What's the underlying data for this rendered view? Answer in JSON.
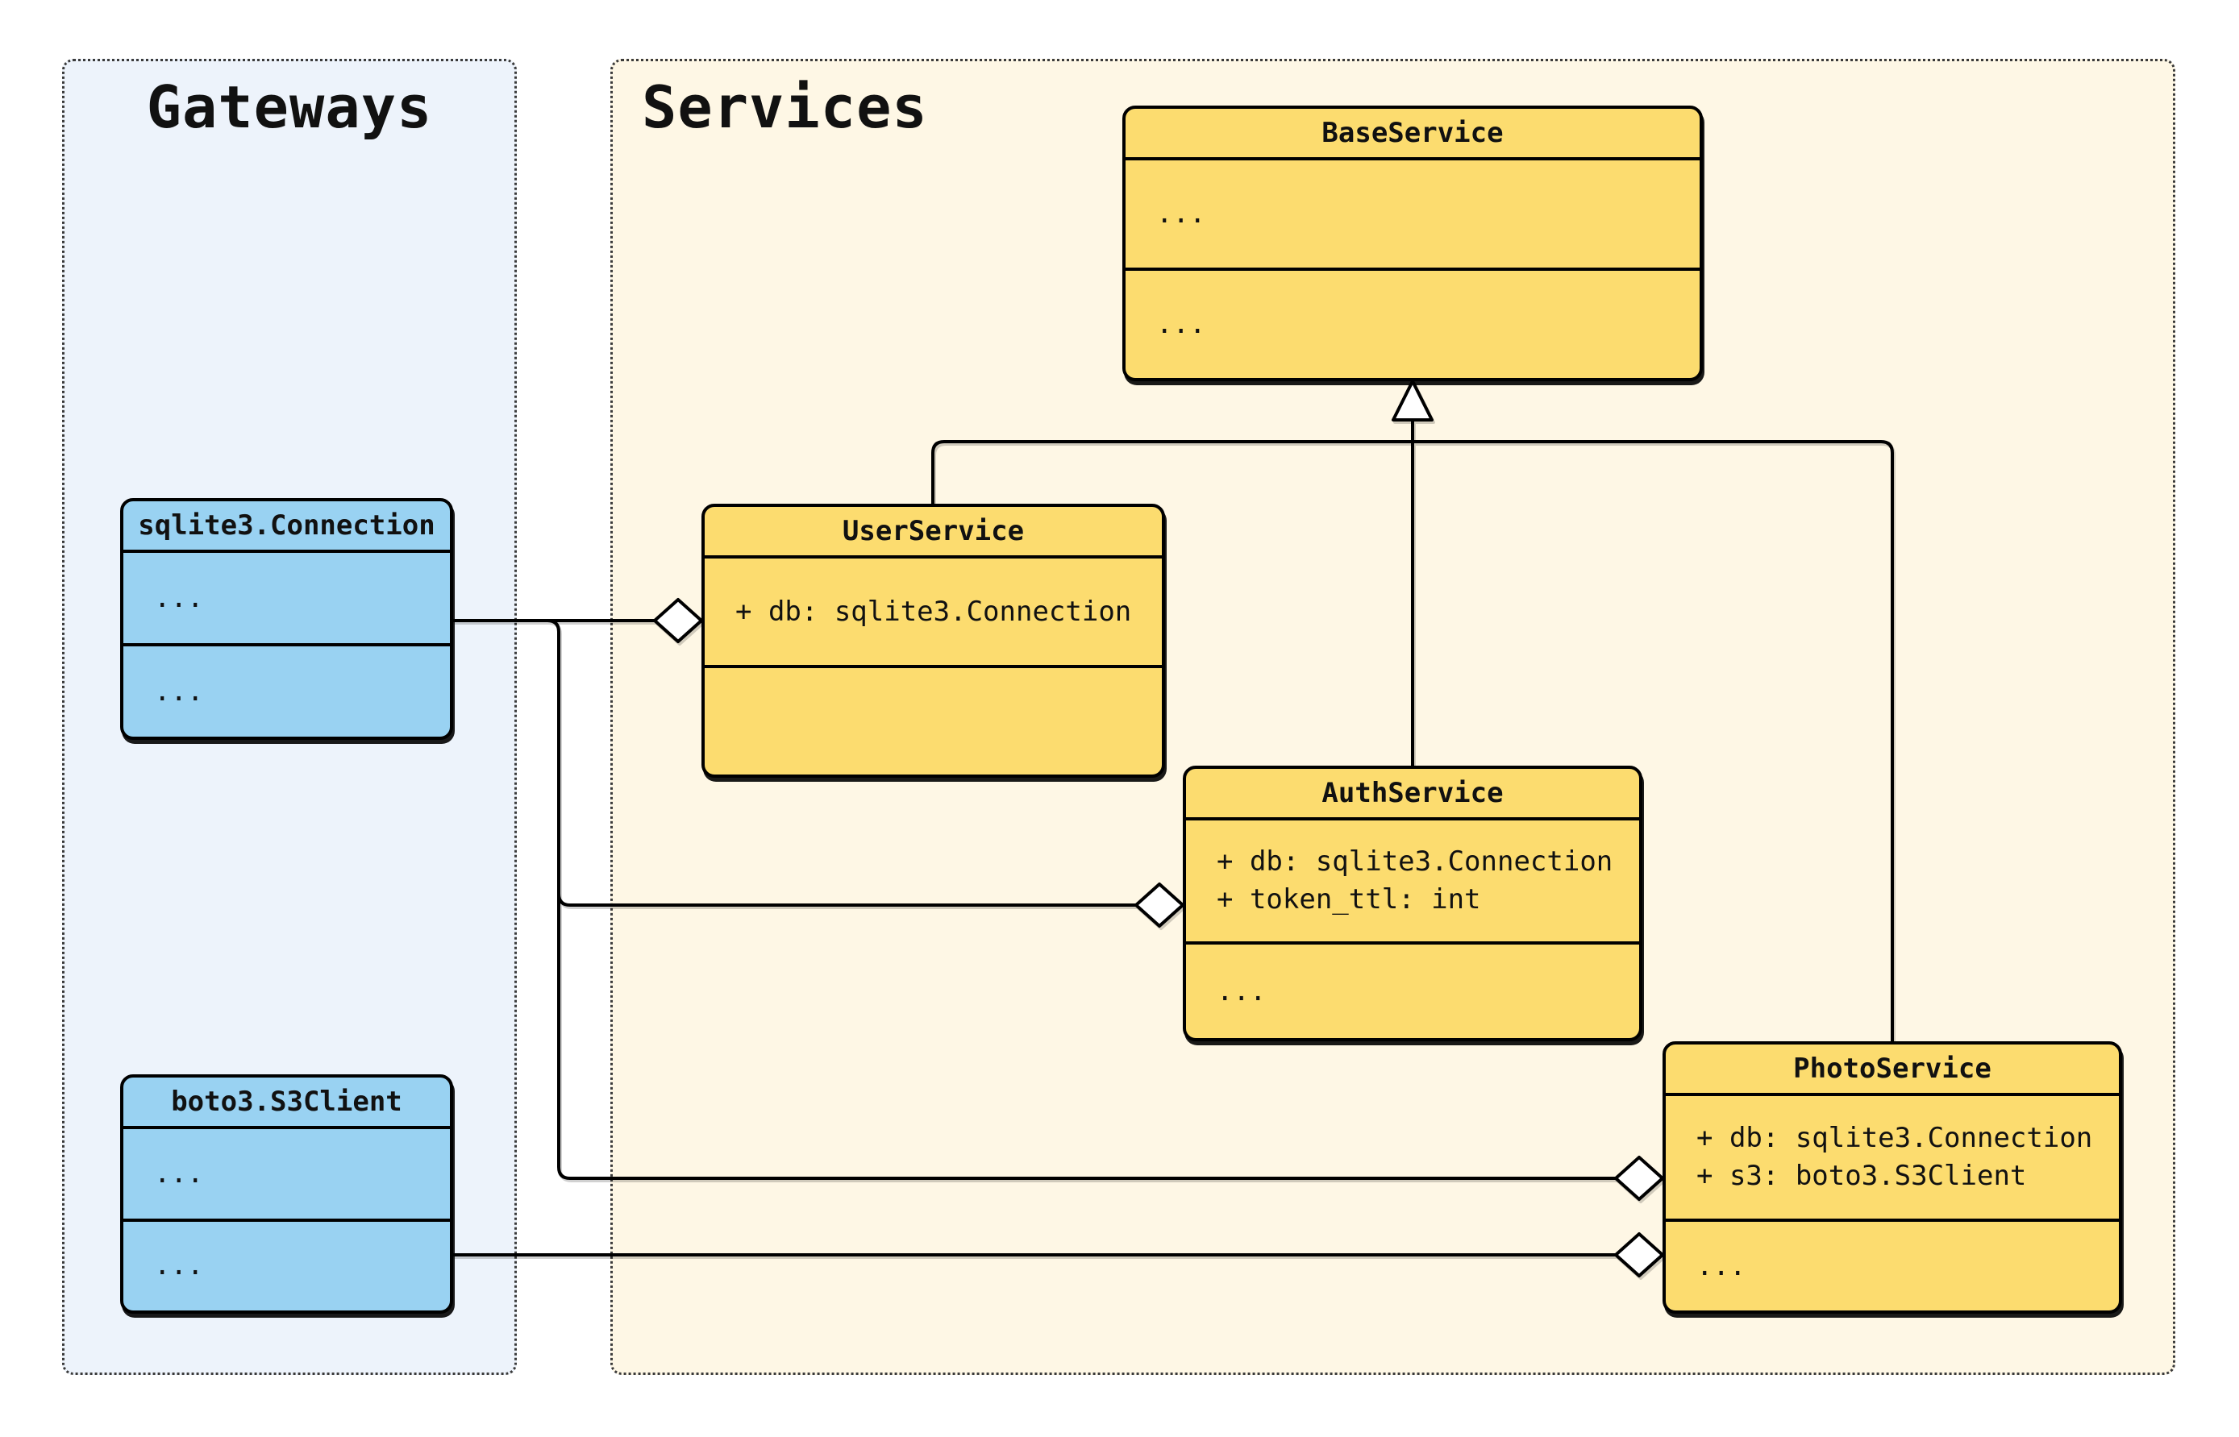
{
  "diagram": {
    "type": "uml-class-diagram",
    "groups": {
      "gateways": {
        "title": "Gateways"
      },
      "services": {
        "title": "Services"
      }
    },
    "classes": {
      "sqlite3_connection": {
        "title": "sqlite3.Connection",
        "attributes": [
          "..."
        ],
        "methods": [
          "..."
        ]
      },
      "boto3_s3client": {
        "title": "boto3.S3Client",
        "attributes": [
          "..."
        ],
        "methods": [
          "..."
        ]
      },
      "base_service": {
        "title": "BaseService",
        "attributes": [
          "..."
        ],
        "methods": [
          "..."
        ]
      },
      "user_service": {
        "title": "UserService",
        "attributes": [
          "+ db: sqlite3.Connection"
        ],
        "methods": []
      },
      "auth_service": {
        "title": "AuthService",
        "attributes": [
          "+ db: sqlite3.Connection",
          "+ token_ttl: int"
        ],
        "methods": [
          "..."
        ]
      },
      "photo_service": {
        "title": "PhotoService",
        "attributes": [
          "+ db: sqlite3.Connection",
          "+ s3: boto3.S3Client"
        ],
        "methods": [
          "..."
        ]
      }
    },
    "relationships": [
      {
        "type": "inheritance",
        "child": "UserService",
        "parent": "BaseService"
      },
      {
        "type": "inheritance",
        "child": "AuthService",
        "parent": "BaseService"
      },
      {
        "type": "inheritance",
        "child": "PhotoService",
        "parent": "BaseService"
      },
      {
        "type": "aggregation",
        "whole": "UserService",
        "part": "sqlite3.Connection"
      },
      {
        "type": "aggregation",
        "whole": "AuthService",
        "part": "sqlite3.Connection"
      },
      {
        "type": "aggregation",
        "whole": "PhotoService",
        "part": "sqlite3.Connection"
      },
      {
        "type": "aggregation",
        "whole": "PhotoService",
        "part": "boto3.S3Client"
      }
    ],
    "colors": {
      "services_class_fill": "#FCDC6F",
      "gateways_class_fill": "#99D2F2",
      "gateways_group_bg": "#EDF3FB",
      "services_group_bg": "#FEF7E5",
      "line": "#000000",
      "canvas_bg": "#FFFFFF"
    }
  }
}
